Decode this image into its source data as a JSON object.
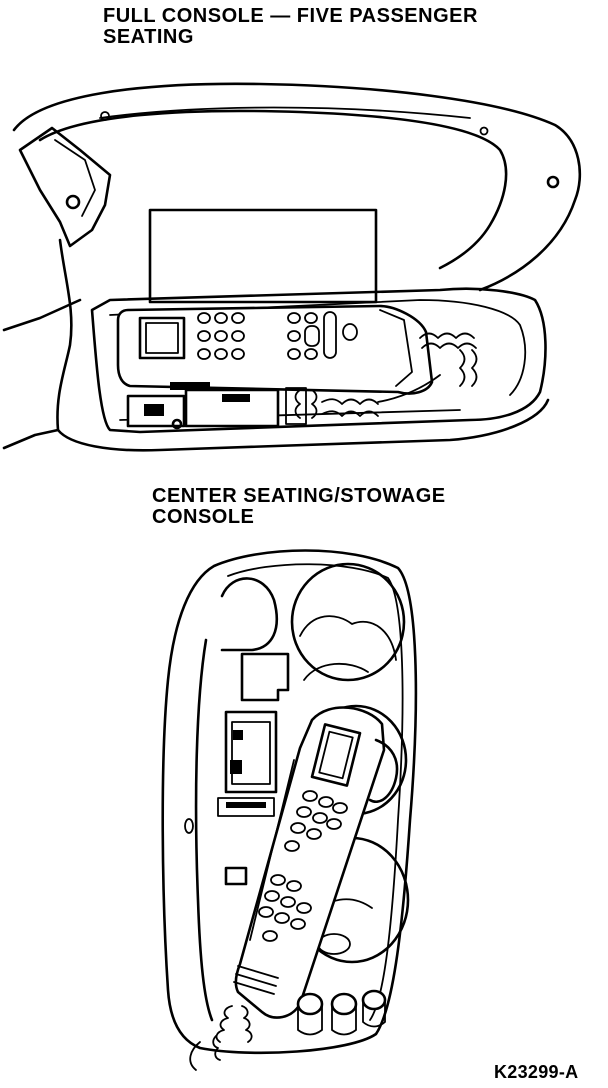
{
  "titles": {
    "full_console_line1": "FULL CONSOLE — FIVE PASSENGER",
    "full_console_line2": "SEATING",
    "center_console_line1": "CENTER SEATING/STOWAGE",
    "center_console_line2": "CONSOLE"
  },
  "figure_code": "K23299-A"
}
